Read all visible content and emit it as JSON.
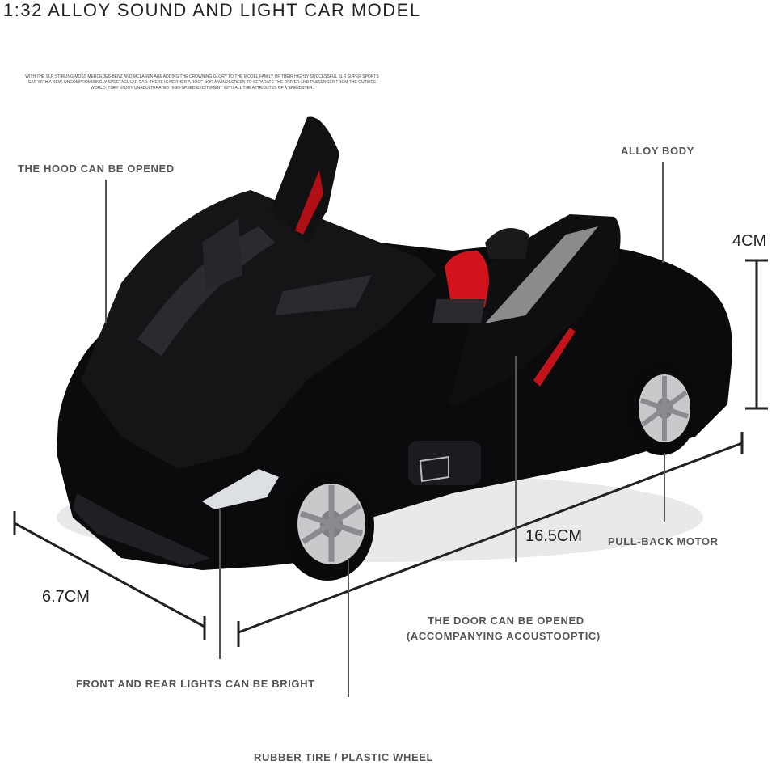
{
  "title": "1:32 ALLOY SOUND AND LIGHT CAR MODEL",
  "blurb": "WITH THE SLR STIRLING MOSS MERCEDES-BENZ AND MCLAREN ARE ADDING THE CROWNING GLORY TO THE MODEL FAMILY OF THEIR HIGHLY SUCCESSFUL SLR SUPER SPORTS CAR WITH A NEW, UNCOMPROMISINGLY SPECTACULAR CAR. THERE IS NEITHER A ROOF NOR A WINDSCREEN TO SEPARATE THE DRIVER AND PASSENGER FROM THE OUTSIDE WORLD; THEY ENJOY UNADULTERATED HIGH-SPEED EXCITEMENT WITH ALL THE ATTRIBUTES OF A SPEEDSTER.",
  "labels": {
    "hood": "THE HOOD CAN BE OPENED",
    "body": "ALLOY BODY",
    "motor": "PULL-BACK MOTOR",
    "door_line1": "THE DOOR CAN BE OPENED",
    "door_line2": "(ACCOMPANYING ACOUSTOOPTIC)",
    "lights": "FRONT AND REAR LIGHTS CAN BE BRIGHT",
    "tire": "RUBBER TIRE / PLASTIC WHEEL"
  },
  "dimensions": {
    "height": "4CM",
    "length": "16.5CM",
    "width": "6.7CM"
  },
  "colors": {
    "car_body": "#0b0b0d",
    "seat": "#d4141c",
    "wheel": "#c9c9cc",
    "line": "#555555"
  }
}
